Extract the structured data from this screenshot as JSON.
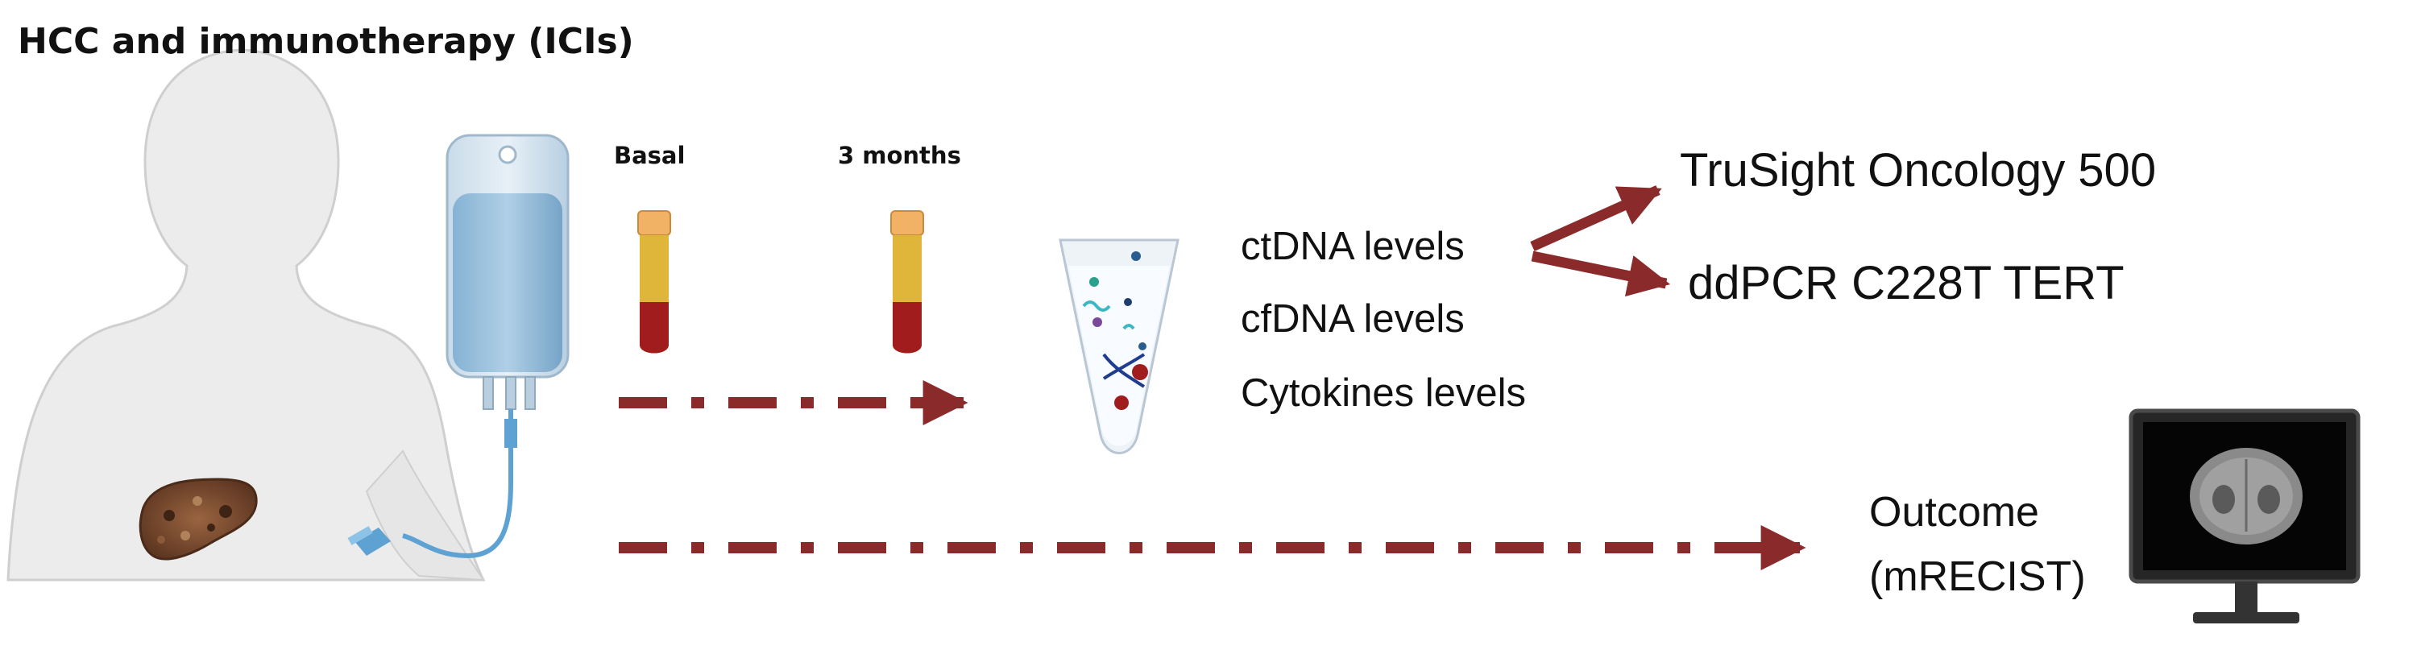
{
  "title": "HCC and immunotherapy (ICIs)",
  "timepoints": [
    "Basal",
    "3 months"
  ],
  "measurements": [
    "ctDNA levels",
    "cfDNA levels",
    "Cytokines levels"
  ],
  "assays": [
    "TruSight Oncology 500",
    "ddPCR C228T TERT"
  ],
  "outcome": {
    "line1": "Outcome",
    "line2": "(mRECIST)"
  },
  "colors": {
    "arrow": "#8b2a2a",
    "blood": "#a11d1d",
    "plasma": "#e0b63a",
    "cap": "#f2b266",
    "skin": "#eeeeee",
    "liver": "#7a4a2a",
    "iv_fluid": "#8fb9d8",
    "monitor": "#2a2a2a"
  },
  "icons": [
    "patient-figure",
    "iv-bag-icon",
    "blood-tube-icon",
    "microtube-icon",
    "monitor-icon"
  ]
}
